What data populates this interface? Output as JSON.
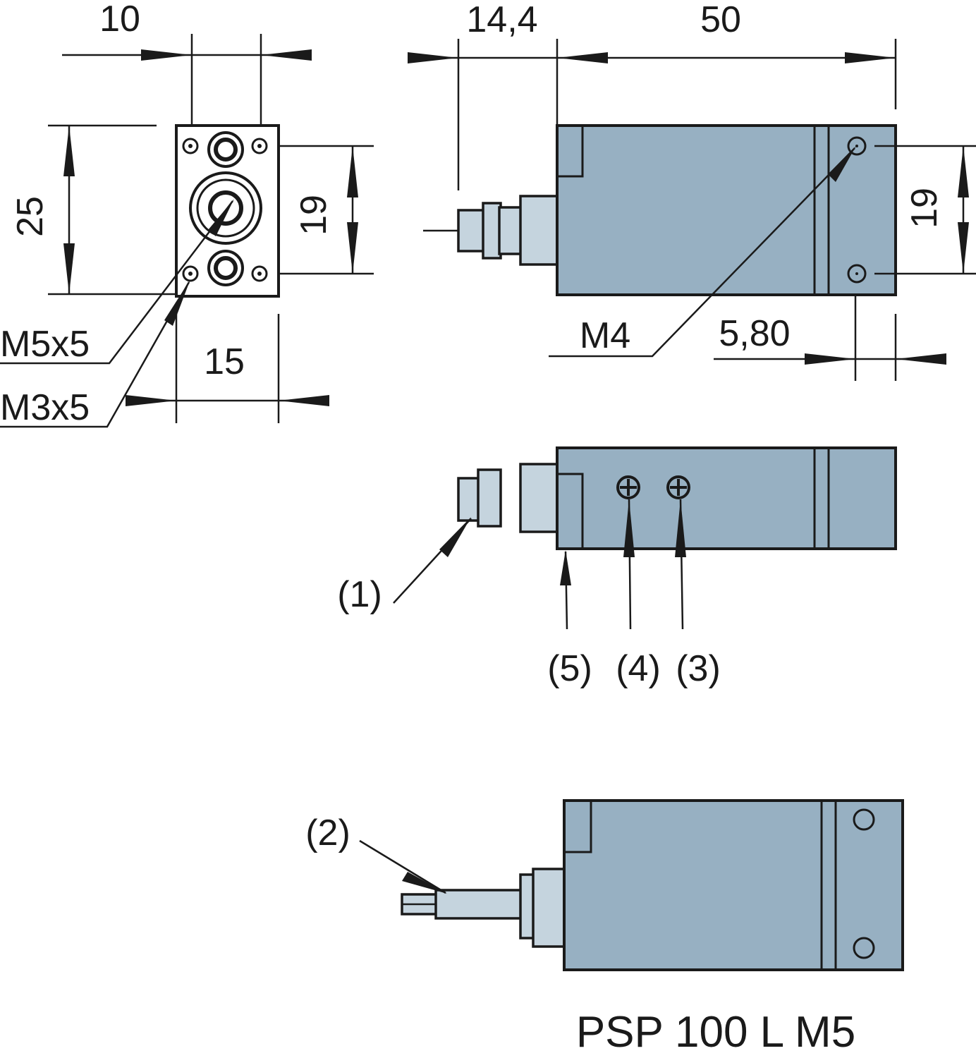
{
  "front_view": {
    "dim_width_top": "10",
    "dim_height_outer": "25",
    "dim_height_inner": "19",
    "dim_width_bottom": "15",
    "label_port_main": "M5x5",
    "label_port_small": "M3x5"
  },
  "side_view": {
    "dim_fitting_length": "14,4",
    "dim_body_length": "50",
    "dim_hole_spacing": "19",
    "dim_hole_offset": "5,80",
    "label_thread": "M4"
  },
  "bottom_view": {
    "callout_1": "(1)",
    "callout_5": "(5)",
    "callout_4": "(4)",
    "callout_3": "(3)"
  },
  "cable_view": {
    "callout_2": "(2)"
  },
  "model_name": "PSP 100 L M5",
  "colors": {
    "body": "#97b0c2",
    "fitting": "#c5d4de",
    "line": "#1a1a1a"
  }
}
